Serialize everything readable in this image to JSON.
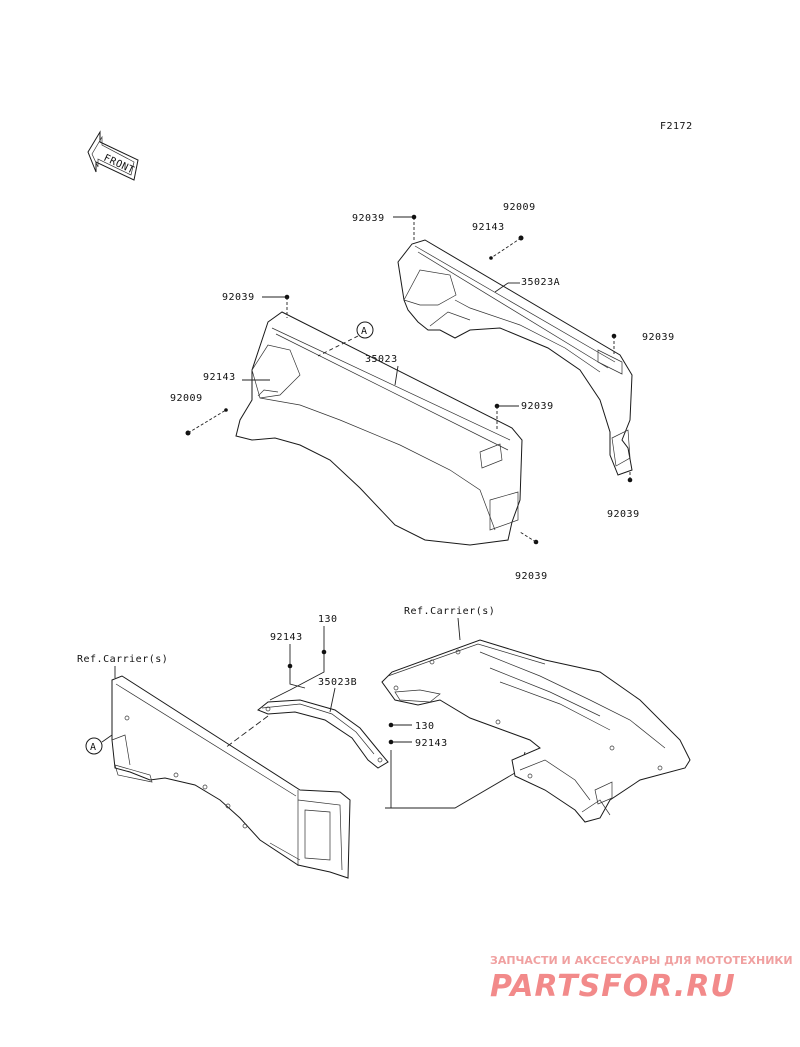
{
  "figure_code": "F2172",
  "front_label": "FRONT",
  "callout_a": "A",
  "labels": {
    "upper_right_92039_top": "92039",
    "upper_right_92009": "92009",
    "upper_right_92143": "92143",
    "upper_right_35023A": "35023A",
    "upper_right_92039_mid": "92039",
    "upper_right_92039_bottom": "92039",
    "upper_left_92039_top": "92039",
    "upper_left_35023": "35023",
    "upper_left_92143": "92143",
    "upper_left_92009": "92009",
    "upper_left_92039_mid": "92039",
    "upper_left_92039_bottom": "92039",
    "lower_130_top": "130",
    "lower_92143_top": "92143",
    "lower_35023B": "35023B",
    "lower_130_mid": "130",
    "lower_92143_mid": "92143",
    "ref_carrier_left": "Ref.Carrier(s)",
    "ref_carrier_right": "Ref.Carrier(s)"
  },
  "watermark": {
    "tagline": "ЗАПЧАСТИ И АКСЕССУАРЫ ДЛЯ МОТОТЕХНИКИ",
    "brand": "PARTSFOR.RU"
  }
}
